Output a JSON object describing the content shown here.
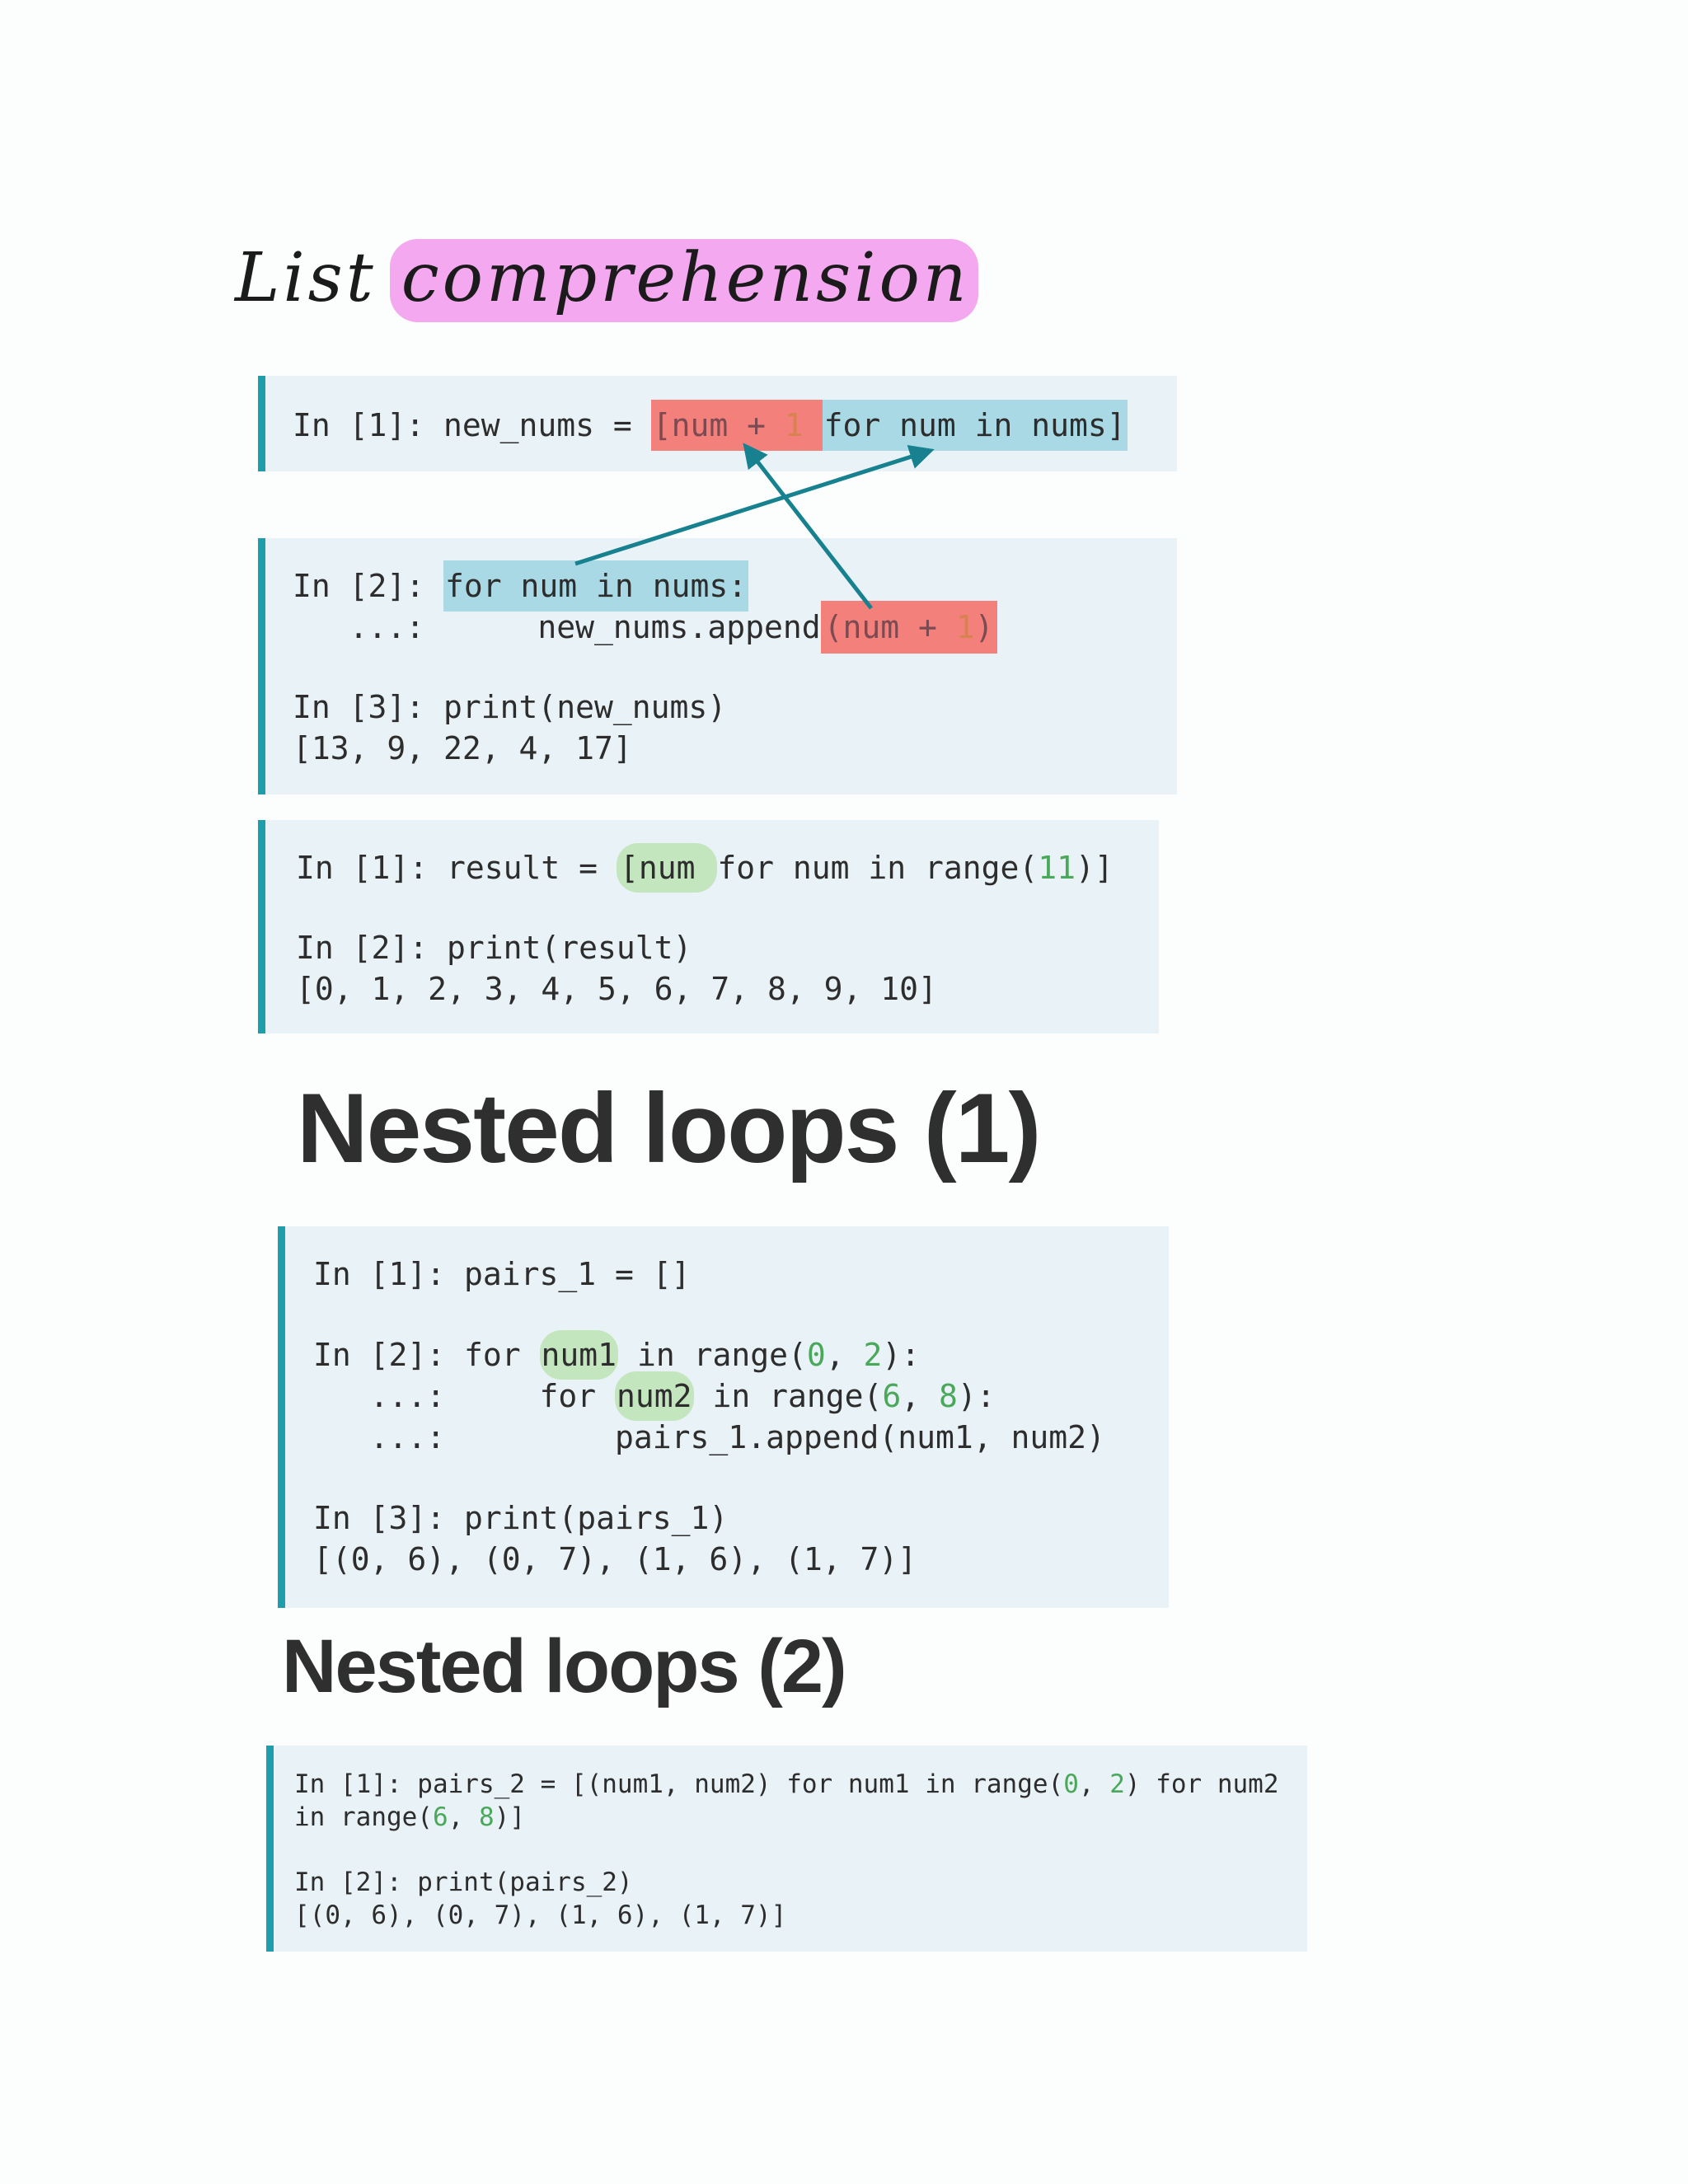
{
  "title": {
    "word1": "List",
    "word2": "comprehension"
  },
  "cell1": {
    "prompt": "In [1]: new_nums = ",
    "red_open": "[num + ",
    "red_num": "1",
    "blue": "for num in nums]"
  },
  "cell2": {
    "l1_prompt": "In [2]: ",
    "l1_blue": "for num in nums:",
    "l2_prompt": "   ...:      new_nums.append",
    "l2_red_open": "(num + ",
    "l2_red_num": "1",
    "l2_red_close": ")",
    "l3": "In [3]: print(new_nums)",
    "l4": "[13, 9, 22, 4, 17]"
  },
  "cell3": {
    "l1_prompt": "In [1]: result = ",
    "l1_hl": "[num ",
    "l1_mid": "for num in range(",
    "l1_num": "11",
    "l1_end": ")]",
    "l2": "In [2]: print(result)",
    "l3": "[0, 1, 2, 3, 4, 5, 6, 7, 8, 9, 10]"
  },
  "heading1": "Nested loops (1)",
  "cell4": {
    "l1": "In [1]: pairs_1 = []",
    "l2_a": "In [2]: for ",
    "l2_hl": "num1",
    "l2_b": " in range(",
    "l2_n1": "0",
    "l2_c": ", ",
    "l2_n2": "2",
    "l2_d": "):",
    "l3_a": "   ...:     for ",
    "l3_hl": "num2",
    "l3_b": " in range(",
    "l3_n1": "6",
    "l3_c": ", ",
    "l3_n2": "8",
    "l3_d": "):",
    "l4": "   ...:         pairs_1.append(num1, num2)",
    "l5": "In [3]: print(pairs_1)",
    "l6": "[(0, 6), (0, 7), (1, 6), (1, 7)]"
  },
  "heading2": "Nested loops (2)",
  "cell5": {
    "l1_a": "In [1]: pairs_2 = [(num1, num2) for num1 in range(",
    "l1_n1": "0",
    "l1_b": ", ",
    "l1_n2": "2",
    "l1_c": ") for num2",
    "l2_a": "in range(",
    "l2_n1": "6",
    "l2_b": ", ",
    "l2_n2": "8",
    "l2_c": ")]",
    "l3": "In [2]: print(pairs_2)",
    "l4": "[(0, 6), (0, 7), (1, 6), (1, 7)]"
  },
  "colors": {
    "cell_bg": "#e9f2f6",
    "cell_bar": "#1e9eac",
    "red_highlight": "#f3807a",
    "blue_highlight": "#a9d9e4",
    "green_highlight": "#c3e6bf",
    "pink_highlight": "#f3a8ef",
    "number_green": "#4aa85a",
    "arrow": "#17818f"
  }
}
